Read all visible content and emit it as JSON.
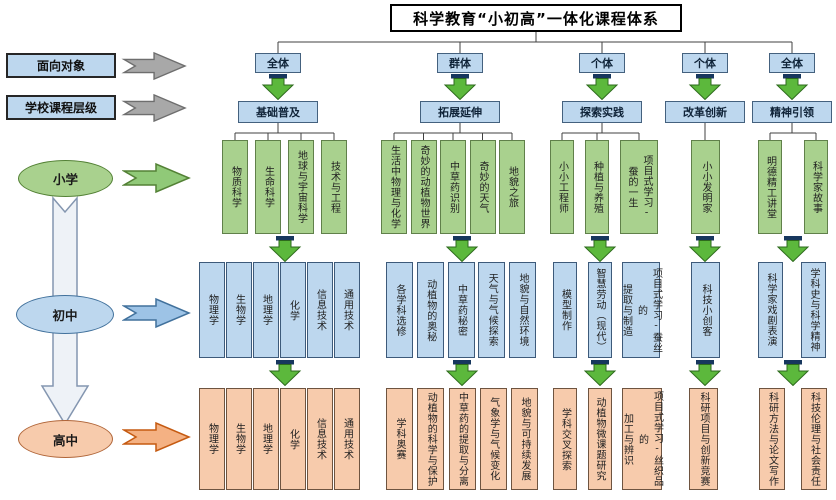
{
  "title": "科学教育“小初高”一体化课程体系",
  "left_panel": {
    "row_labels": [
      {
        "text": "面向对象"
      },
      {
        "text": "学校课程层级"
      }
    ],
    "stages": [
      {
        "text": "小学"
      },
      {
        "text": "初中"
      },
      {
        "text": "高中"
      }
    ]
  },
  "columns": [
    {
      "audience": "全体",
      "level": "基础普及",
      "primary": [
        "物质科学",
        "生命科学",
        "地球与宇宙科学",
        "技术与工程"
      ],
      "junior": [
        "物理学",
        "生物学",
        "地理学",
        "化学",
        "信息技术",
        "通用技术"
      ],
      "senior": [
        "物理学",
        "生物学",
        "地理学",
        "化学",
        "信息技术",
        "通用技术"
      ]
    },
    {
      "audience": "群体",
      "level": "拓展延伸",
      "primary": [
        "生活中物理与化学",
        "奇妙的动植物世界",
        "中草药识别",
        "奇妙的天气",
        "地貌之旅"
      ],
      "junior": [
        "各学科选修",
        "动植物的奥秘",
        "中草药秘密",
        "天气与气候探索",
        "地貌与自然环境"
      ],
      "senior": [
        "学科奥赛",
        "动植物的科学与保护",
        "中草药的提取与分离",
        "气象学与气候变化",
        "地貌与可持续发展"
      ]
    },
    {
      "audience": "个体",
      "level": "探索实践",
      "primary": [
        "小小工程师",
        "种植与养殖",
        "项目式学习-\n蚕的一生"
      ],
      "junior": [
        "模型制作",
        "智慧劳动（现代）",
        "项目式学习-蚕丝的\n提取与制造"
      ],
      "senior": [
        "学科交叉探索",
        "动植物微课题研究",
        "项目式学习-丝织品的\n加工与辨识"
      ]
    },
    {
      "audience": "个体",
      "level": "改革创新",
      "primary": [
        "小小发明家"
      ],
      "junior": [
        "科技小创客"
      ],
      "senior": [
        "科研项目与创新竞赛"
      ]
    },
    {
      "audience": "全体",
      "level": "精神引领",
      "primary": [
        "明德精工讲堂",
        "科学家故事"
      ],
      "junior": [
        "科学家戏剧表演",
        "学科史与科学精神"
      ],
      "senior": [
        "科研方法与论文写作",
        "科技伦理与社会责任"
      ]
    }
  ],
  "colors": {
    "primary_box": "#a9d18e",
    "junior_box": "#bdd7ee",
    "senior_box": "#f7cbac",
    "header_box": "#bdd7ee",
    "green_arrow": "#5cb83c",
    "navy_bar": "#17375e",
    "gray_arrow": "#a8a8a8"
  }
}
